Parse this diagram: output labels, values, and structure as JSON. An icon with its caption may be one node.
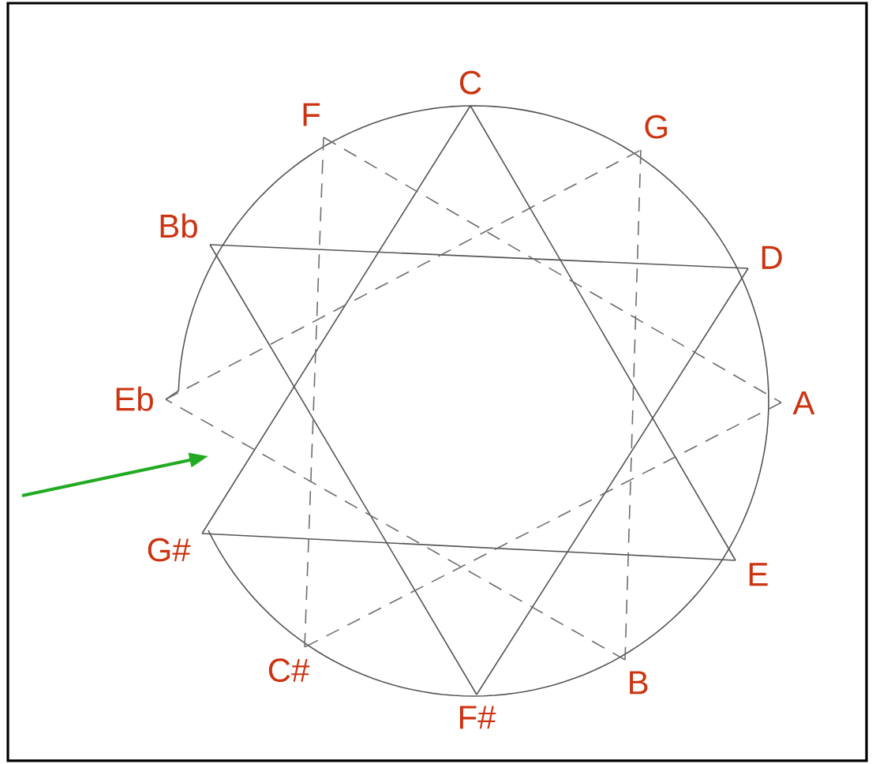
{
  "diagram": {
    "nodes": [
      {
        "text": [
          "C"
        ]
      },
      {
        "text": [
          "F"
        ]
      },
      {
        "text": [
          "G"
        ]
      },
      {
        "text": [
          "Bb"
        ]
      },
      {
        "text": [
          "D"
        ]
      },
      {
        "text": [
          "Eb"
        ]
      },
      {
        "text": [
          "A"
        ]
      },
      {
        "text": [
          "G#"
        ]
      },
      {
        "text": [
          "E"
        ]
      },
      {
        "text": [
          "C#"
        ]
      },
      {
        "text": [
          "B"
        ]
      },
      {
        "text": [
          "F#"
        ]
      }
    ],
    "edges": [
      {
        "from": 0,
        "to": 8,
        "arrow": "none"
      },
      {
        "from": 8,
        "to": 7,
        "arrow": "none"
      },
      {
        "from": 7,
        "to": 0,
        "arrow": "none"
      },
      {
        "from": 3,
        "to": 4,
        "arrow": "none"
      },
      {
        "from": 4,
        "to": 11,
        "arrow": "none"
      },
      {
        "from": 11,
        "to": 3,
        "arrow": "none"
      },
      {
        "from": 1,
        "to": 6,
        "arrow": "none",
        "style": "dashed"
      },
      {
        "from": 6,
        "to": 9,
        "arrow": "none",
        "style": "dashed"
      },
      {
        "from": 9,
        "to": 1,
        "arrow": "none",
        "style": "dashed"
      },
      {
        "from": 5,
        "to": 2,
        "arrow": "none",
        "style": "dashed"
      },
      {
        "from": 2,
        "to": 10,
        "arrow": "none",
        "style": "dashed"
      },
      {
        "from": 10,
        "to": 5,
        "arrow": "none",
        "style": "dashed"
      }
    ]
  }
}
